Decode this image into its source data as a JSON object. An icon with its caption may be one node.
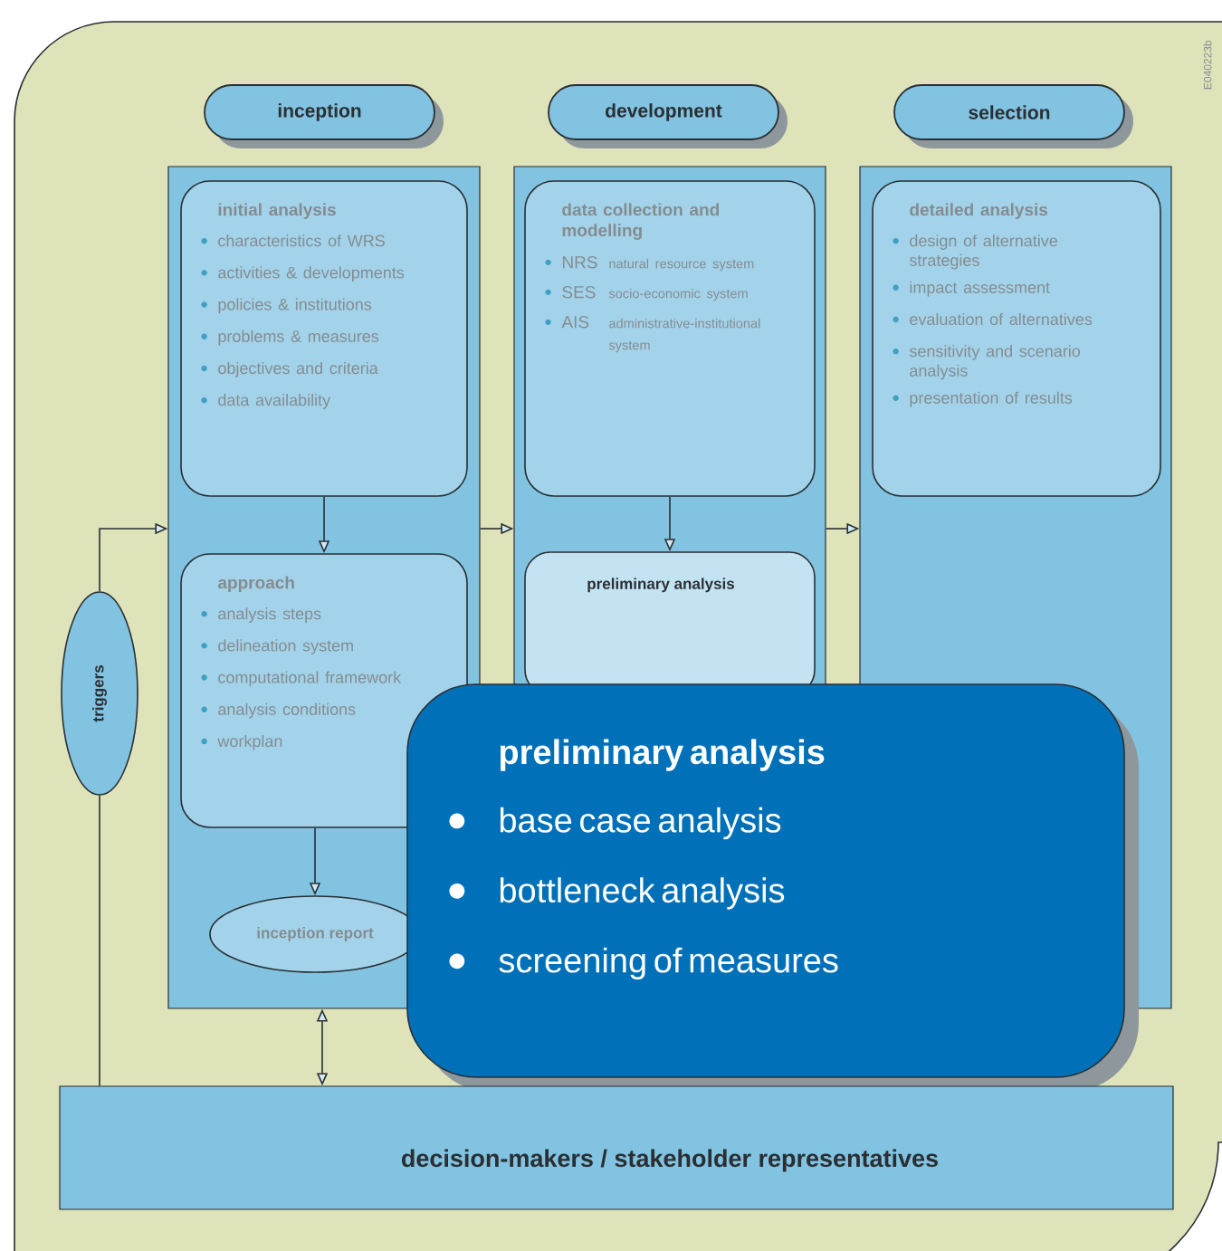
{
  "diagram": {
    "nodes": [
      {
        "text": [
          "inception"
        ]
      },
      {
        "text": [
          "development"
        ]
      },
      {
        "text": [
          "selection"
        ]
      },
      {
        "text": [],
        "shape": "box"
      },
      {
        "text": [],
        "shape": "box"
      },
      {
        "text": [],
        "shape": "box"
      },
      {
        "text": [
          "initial analysis",
          "characteristics of WRS",
          "activities & developments",
          "policies & institutions",
          "problems & measures",
          "objectives and criteria",
          "data availability"
        ],
        "in": 3
      },
      {
        "text": [
          "approach",
          "analysis steps",
          "delineation system",
          "computational framework",
          "analysis conditions",
          "workplan"
        ],
        "in": 3
      },
      {
        "text": [
          "inception report"
        ],
        "in": 3
      },
      {
        "text": [
          "data collection and modelling",
          "NRS",
          "natural resource system",
          "SES",
          "socio-economic system",
          "AIS",
          "administrative-institutional system"
        ],
        "in": 4
      },
      {
        "text": [
          "preliminary analysis"
        ],
        "in": 4
      },
      {
        "text": [
          "detailed analysis",
          "design of alternative strategies",
          "impact assessment",
          "evaluation of alternatives",
          "sensitivity and scenario analysis",
          "presentation of results"
        ],
        "in": 5
      },
      {
        "text": [
          "preliminary analysis",
          "base case analysis",
          "bottleneck analysis",
          "screening of measures"
        ]
      },
      {
        "text": [
          "triggers"
        ]
      },
      {
        "text": [
          "decision-makers / stakeholder representatives"
        ]
      }
    ],
    "edges": [
      {
        "from": 6,
        "to": 7,
        "arrow": "to"
      },
      {
        "from": 7,
        "to": 8,
        "arrow": "to"
      },
      {
        "from": 9,
        "to": 10,
        "arrow": "to"
      },
      {
        "from": 3,
        "to": 4,
        "arrow": "to"
      },
      {
        "from": 4,
        "to": 5,
        "arrow": "to"
      },
      {
        "from": 13,
        "to": 3,
        "arrow": "to"
      },
      {
        "from": 13,
        "to": 14,
        "arrow": "none"
      },
      {
        "from": 3,
        "to": 14,
        "arrow": "both"
      }
    ],
    "labels": [
      "E040223b"
    ]
  }
}
